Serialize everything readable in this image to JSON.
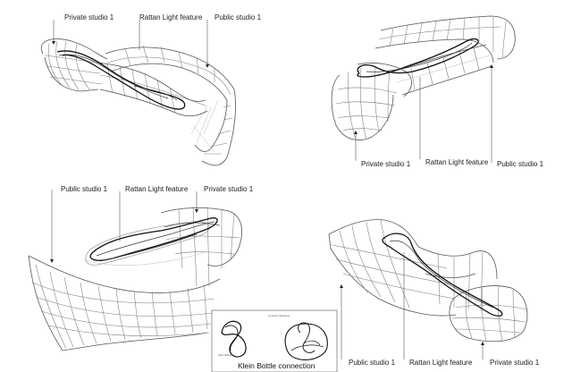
{
  "views": [
    {
      "id": "top-left",
      "labels": {
        "private": "Private studio 1",
        "rattan": "Rattan Light feature",
        "public": "Public studio 1"
      }
    },
    {
      "id": "top-right",
      "labels": {
        "private": "Private studio 1",
        "rattan": "Rattan Light feature",
        "public": "Public studio 1"
      }
    },
    {
      "id": "bottom-left",
      "labels": {
        "public": "Public studio 1",
        "rattan": "Rattan Light feature",
        "private": "Private studio 1"
      }
    },
    {
      "id": "bottom-right",
      "labels": {
        "public": "Public studio 1",
        "rattan": "Rattan Light feature",
        "private": "Private studio 1"
      }
    }
  ],
  "inset": {
    "caption": "Klein Bottle connection",
    "small_title": "Concept Sketches",
    "small_note": "Klein Bottle"
  }
}
